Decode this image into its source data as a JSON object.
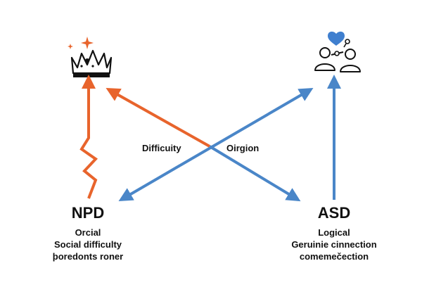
{
  "colors": {
    "orange": "#e8642c",
    "blue": "#4a86c8",
    "ink": "#111111",
    "heart": "#3f7fcf"
  },
  "icons": {
    "top_left": "crown-icon",
    "top_right": "connected-people-icon"
  },
  "labels": {
    "center_left": "Difficuity",
    "center_right": "Oirgion"
  },
  "nodes": {
    "npd": {
      "title": "NPD",
      "lines": [
        "Orcial",
        "Social difficulty",
        "þoredonts roner"
      ]
    },
    "asd": {
      "title": "ASD",
      "lines": [
        "Logical",
        "Geruinie cinnection",
        "comemečection"
      ]
    }
  }
}
